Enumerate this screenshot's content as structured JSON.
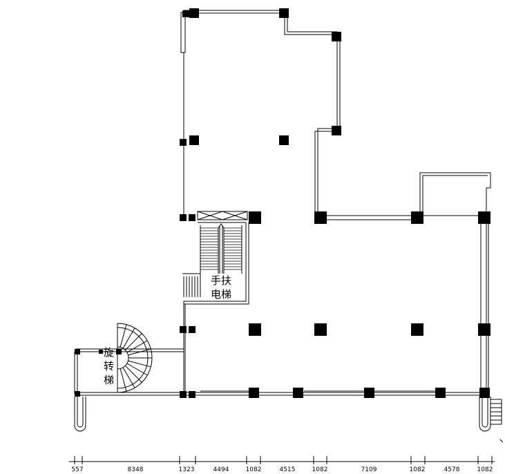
{
  "labels": {
    "escalator": [
      "手扶",
      "电梯"
    ],
    "spiral_stair": [
      "旋",
      "转",
      "梯"
    ]
  },
  "dimensions": [
    "557",
    "8348",
    "1323",
    "4494",
    "1082",
    "4515",
    "1082",
    "7109",
    "1082",
    "4578",
    "1082"
  ],
  "colors": {
    "ink": "#000000",
    "paper": "#ffffff"
  }
}
